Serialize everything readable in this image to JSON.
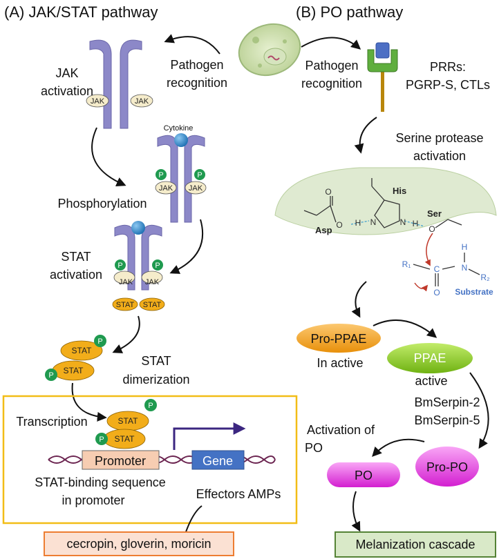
{
  "panel_a": {
    "title": "(A) JAK/STAT pathway",
    "pathogen_recognition": [
      "Pathogen",
      "recognition"
    ],
    "jak_activation": [
      "JAK",
      "activation"
    ],
    "jak_label": "JAK",
    "cytokine": "Cytokine",
    "phospho_label": "P",
    "phosphorylation": "Phosphorylation",
    "stat_activation": [
      "STAT",
      "activation"
    ],
    "stat_label": "STAT",
    "stat_dimerization": [
      "STAT",
      "dimerization"
    ],
    "transcription": "Transcription",
    "promoter": "Promoter",
    "gene": "Gene",
    "binding_sequence": [
      "STAT-binding sequence",
      "in promoter"
    ],
    "effectors": "Effectors AMPs",
    "amps": "cecropin, gloverin, moricin"
  },
  "panel_b": {
    "title": "(B) PO pathway",
    "pathogen_recognition": [
      "Pathogen",
      "recognition"
    ],
    "prrs": [
      "PRRs:",
      "PGRP-S, CTLs"
    ],
    "serine_protease": [
      "Serine protease",
      "activation"
    ],
    "his": "His",
    "asp": "Asp",
    "ser": "Ser",
    "o_label": "O",
    "h_label": "H",
    "n_label": "N",
    "c_label": "C",
    "r1": "R₁",
    "r2": "R₂",
    "substrate": "Substrate",
    "pro_ppae": "Pro-PPAE",
    "inactive": "In active",
    "ppae": "PPAE",
    "active": "active",
    "serpins": [
      "BmSerpin-2",
      "BmSerpin-5"
    ],
    "activation_po": [
      "Activation of",
      "PO"
    ],
    "pro_po": "Pro-PO",
    "po": "PO",
    "melanization": "Melanization cascade"
  },
  "colors": {
    "receptor": "#8c88c8",
    "jak": "#f5eccb",
    "phospho": "#1f9a4f",
    "stat": "#f2ad1a",
    "cytokine": "#2f86c9",
    "promoter": "#f7cdb2",
    "gene": "#4472c4",
    "dna": "#6b2450",
    "box_border": "#f2bd16",
    "amp_box": "#fbe1d3",
    "amp_border": "#ed7d31",
    "pro_ppae": "#f7a51f",
    "ppae": "#8ccf1e",
    "po": "#e23ee0",
    "melanization_box": "#d9e9c8",
    "melanization_border": "#548235",
    "membrane": "#dfead1"
  }
}
